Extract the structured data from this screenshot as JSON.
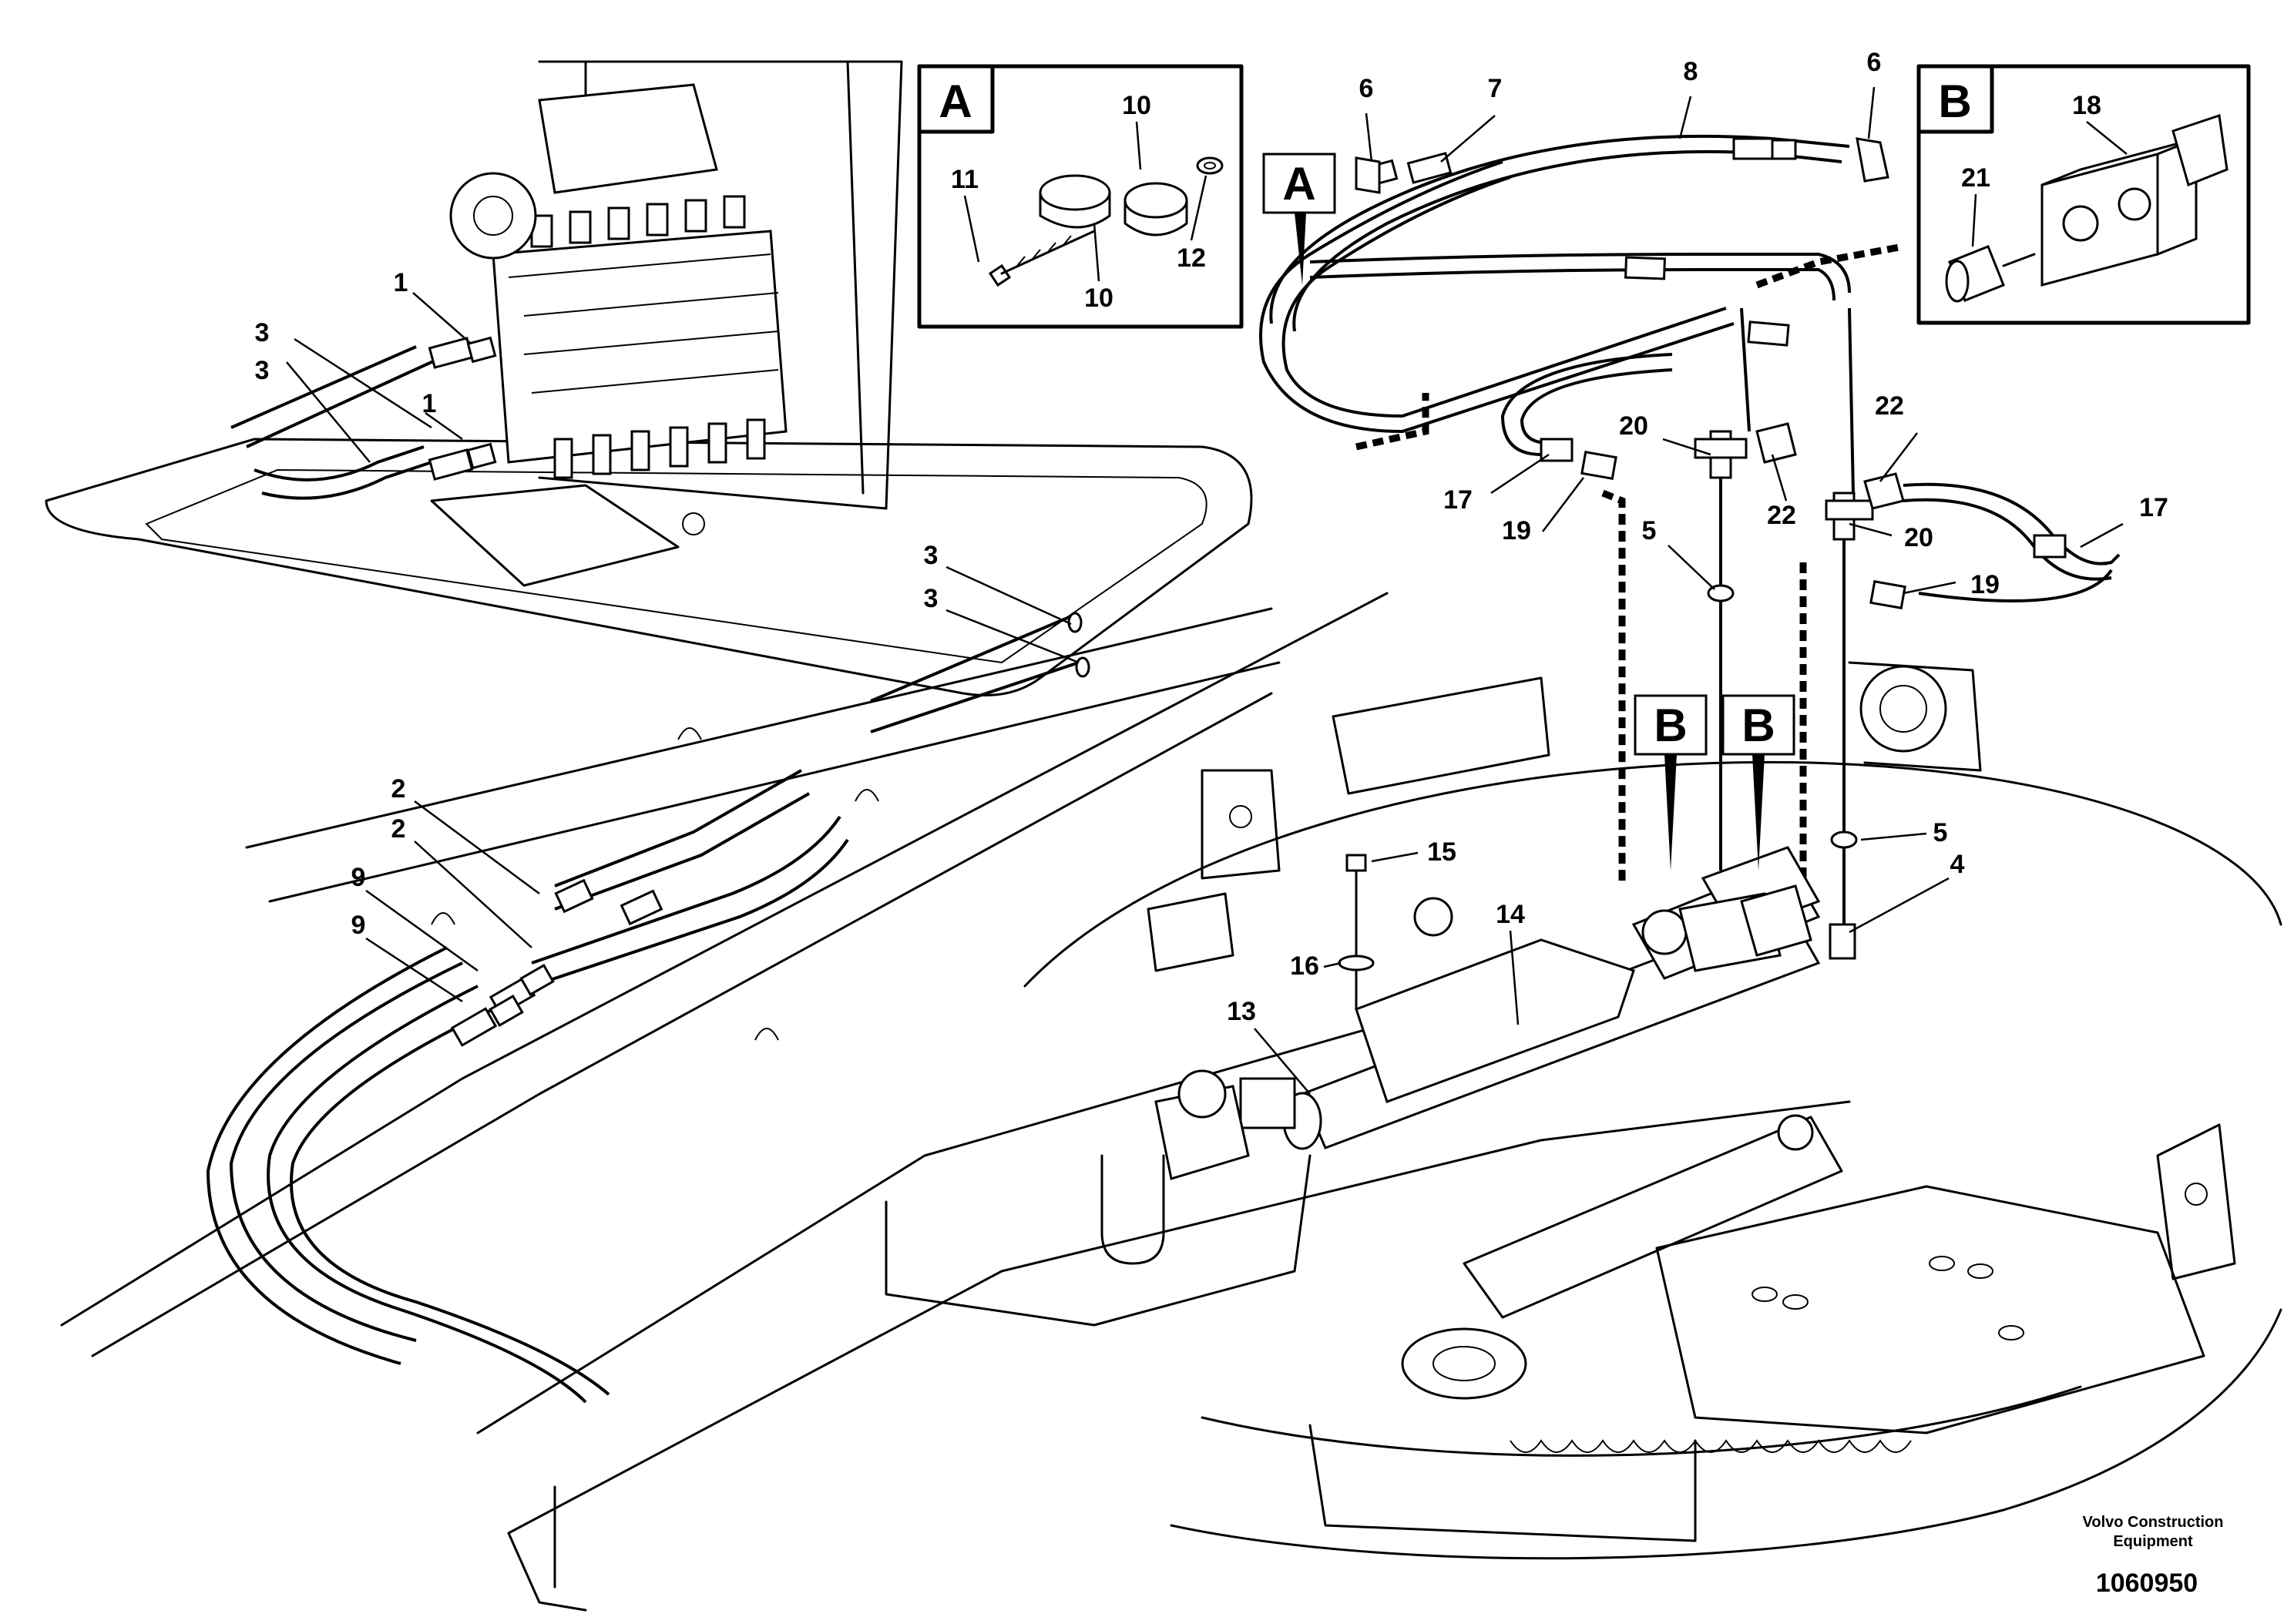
{
  "diagram": {
    "brand_line1": "Volvo Construction",
    "brand_line2": "Equipment",
    "document_number": "1060950",
    "detail_a": {
      "letter": "A",
      "callouts": [
        "10",
        "11",
        "10",
        "12"
      ]
    },
    "detail_b": {
      "letter": "B",
      "callouts": [
        "18",
        "21"
      ]
    },
    "main_tags": [
      "A",
      "B",
      "B"
    ],
    "callouts": {
      "c1a": "1",
      "c1b": "1",
      "c2a": "2",
      "c2b": "2",
      "c3a": "3",
      "c3b": "3",
      "c3c": "3",
      "c3d": "3",
      "c4": "4",
      "c5a": "5",
      "c5b": "5",
      "c6a": "6",
      "c6b": "6",
      "c7": "7",
      "c8": "8",
      "c9a": "9",
      "c9b": "9",
      "c13": "13",
      "c14": "14",
      "c15": "15",
      "c16": "16",
      "c17a": "17",
      "c17b": "17",
      "c19a": "19",
      "c19b": "19",
      "c20a": "20",
      "c20b": "20",
      "c22a": "22",
      "c22b": "22"
    },
    "colors": {
      "line": "#000000",
      "background": "#ffffff"
    }
  }
}
